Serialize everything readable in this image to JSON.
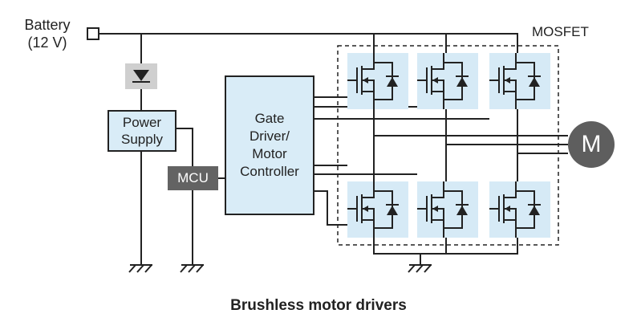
{
  "battery": {
    "line1": "Battery",
    "line2": "(12 V)"
  },
  "mosfet_label": "MOSFET",
  "power_supply": {
    "line1": "Power",
    "line2": "Supply"
  },
  "mcu": "MCU",
  "gate_driver": {
    "line1": "Gate",
    "line2": "Driver/",
    "line3": "Motor",
    "line4": "Controller"
  },
  "motor": "M",
  "caption": "Brushless motor drivers",
  "colors": {
    "line": "#222222",
    "box_fill": "#d9ecf7",
    "mosfet_bg": "#d6eaf6",
    "diode_bg": "#cfcfcf",
    "mcu_fill": "#636363",
    "motor_fill": "#5e5e5e"
  }
}
